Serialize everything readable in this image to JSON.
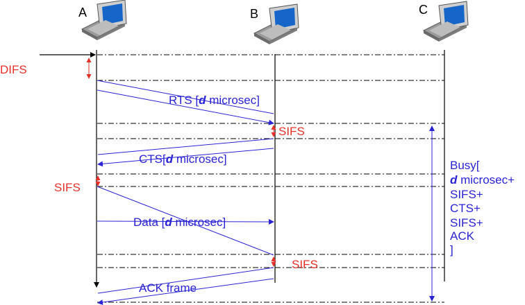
{
  "nodes": [
    {
      "id": "A",
      "label": "A"
    },
    {
      "id": "B",
      "label": "B"
    },
    {
      "id": "C",
      "label": "C"
    }
  ],
  "intervals": {
    "difs": "DIFS",
    "sifs1": "SIFS",
    "sifs2": "SIFS",
    "sifs3": "SIFS"
  },
  "messages": {
    "rts": {
      "pre": "RTS [",
      "d": "d",
      "post": " microsec]"
    },
    "cts": {
      "pre": "CTS[",
      "d": "d",
      "post": " microsec]"
    },
    "data": {
      "pre": "Data [",
      "d": "d",
      "post": " microsec]"
    },
    "ack": "ACK frame"
  },
  "busy": {
    "line1": "Busy[",
    "line2_d": "d",
    "line2_rest": " microsec+",
    "line3": "SIFS+",
    "line4": "CTS+",
    "line5": "SIFS+",
    "line6": "ACK",
    "line7": "]"
  },
  "colors": {
    "message": "#2a23d6",
    "interval": "#e8302a",
    "timeline": "#000000"
  }
}
